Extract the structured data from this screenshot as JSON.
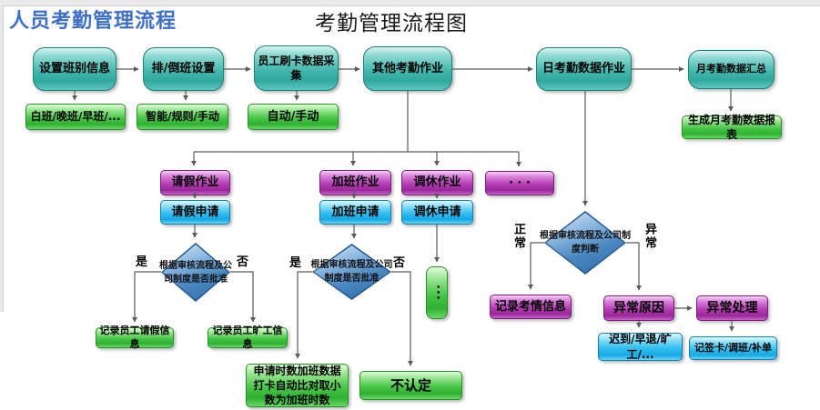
{
  "page": {
    "corner_title": "人员考勤管理流程",
    "title": "考勤管理流程图"
  },
  "colors": {
    "corner_title_blue": "#3e6fc8",
    "process_teal": "#35b0a6",
    "result_green": "#3dbd3d",
    "operation_purple": "#b43cb4",
    "apply_cyan": "#2ab9ec",
    "decision_blue": "#4a87c0",
    "connector_gray": "#5b5b5b"
  },
  "nodes": {
    "set_shift_info": "设置班别信息",
    "shift_setting": "排/倒班设置",
    "card_collect": "员工刷卡数据采集",
    "other_ops": "其他考勤作业",
    "daily_data": "日考勤数据作业",
    "monthly_summary": "月考勤数据汇总",
    "shift_types": "白班/晚班/早班/...",
    "schedule_modes": "智能/规则/手动",
    "collect_modes": "自动/手动",
    "monthly_report": "生成月考勤数据报表",
    "leave_op": "请假作业",
    "overtime_op": "加班作业",
    "swap_op": "调休作业",
    "more_ops": "· · ·",
    "leave_apply": "请假申请",
    "overtime_apply": "加班申请",
    "swap_apply": "调休申请",
    "more_vertical": "···",
    "leave_decision": "根据审核流程及公司制度是否批准",
    "overtime_decision": "根据审核流程及公司制度是否批准",
    "daily_decision": "根据审核流程及公司制度判断",
    "record_leave": "记录员工请假信息",
    "record_absence": "记录员工旷工信息",
    "overtime_rule": "申请时数加班数据打卡自动比对取小数为加班时数",
    "not_approved": "不认定",
    "record_attend": "记录考情信息",
    "abnormal_cause": "异常原因",
    "abnormal_handle": "异常处理",
    "abnormal_examples": "迟到/早退/旷工/...",
    "handle_examples": "记签卡/调班/补单"
  },
  "branch_labels": {
    "leave_yes": "是",
    "leave_no": "否",
    "overtime_yes": "是",
    "overtime_no": "否",
    "normal": "正常",
    "abnormal": "异常"
  }
}
